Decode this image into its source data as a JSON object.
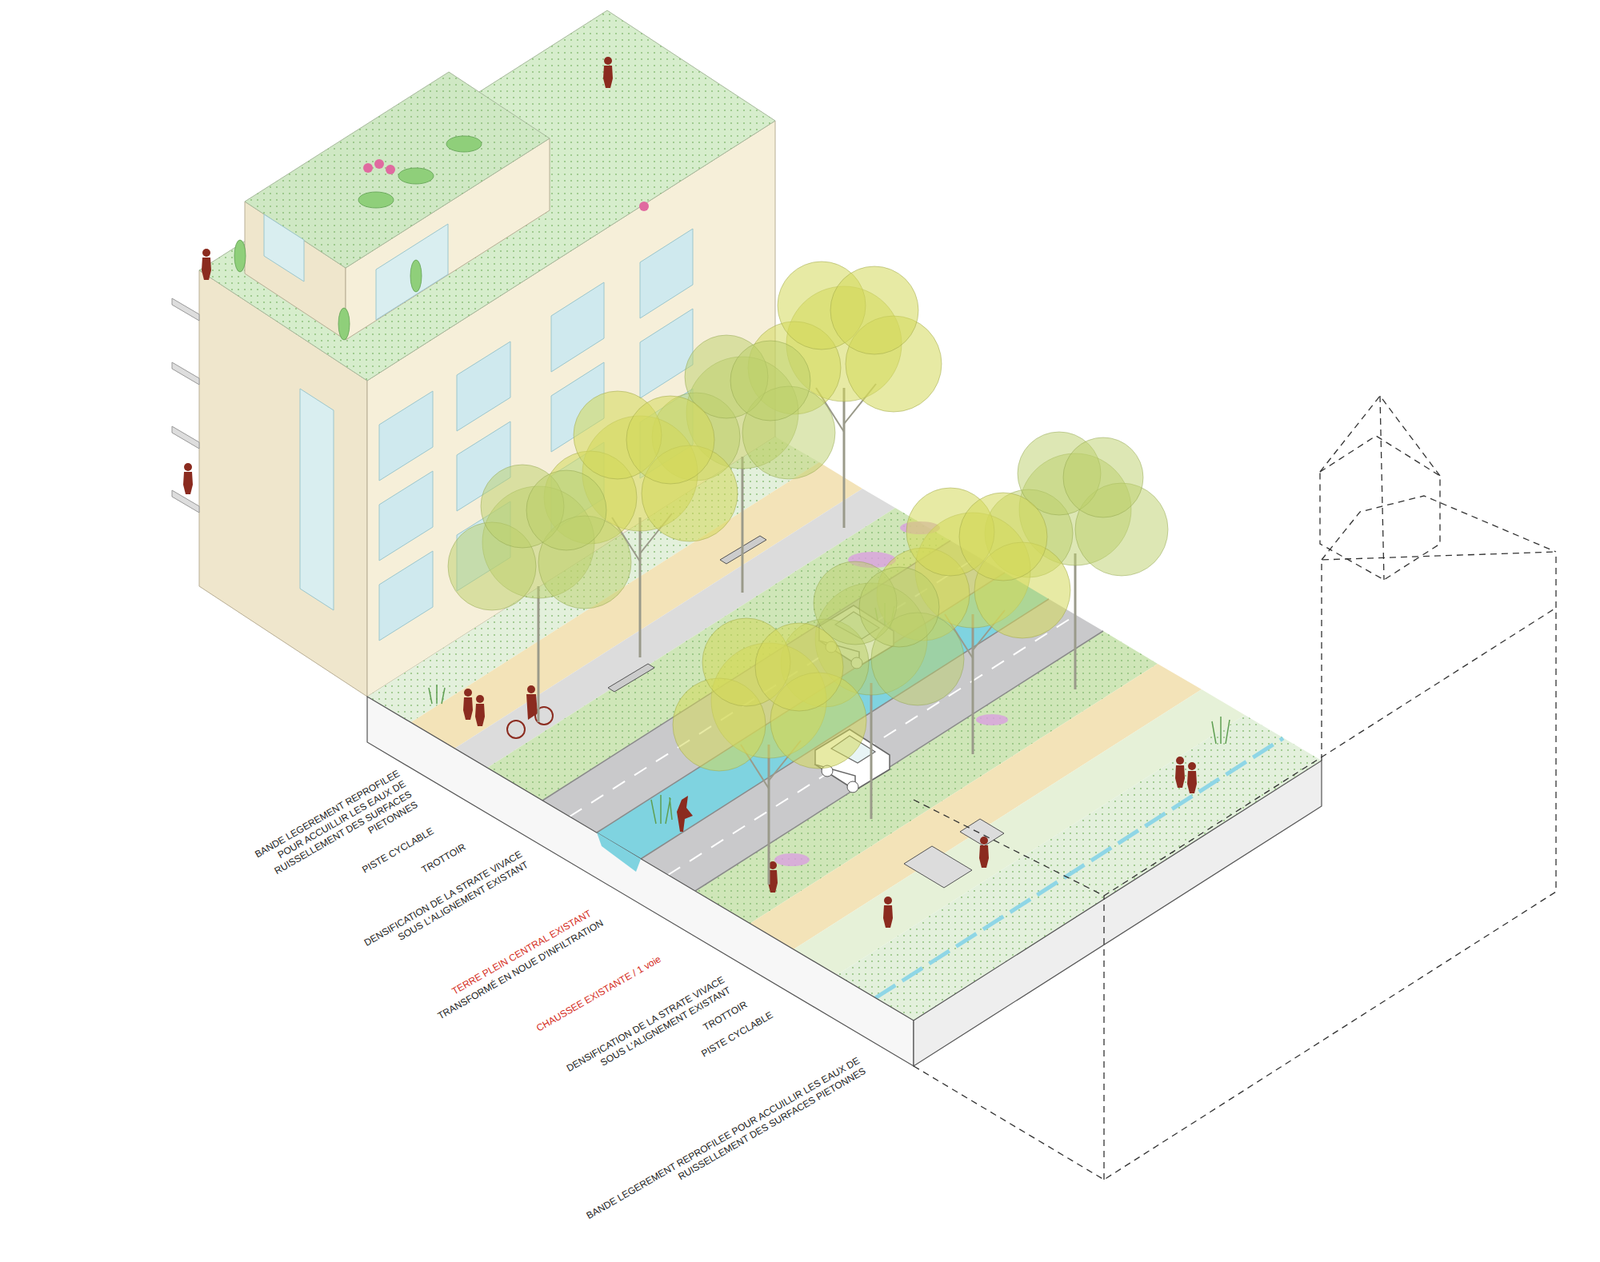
{
  "diagram": {
    "labels": [
      "BANDE LEGEREMENT REPROFILEE POUR ACCUILLIR LES EAUX DE RUISSELLEMENT DES SURFACES PIETONNES",
      "PISTE CYCLABLE",
      "TROTTOIR",
      "DENSIFICATION DE LA STRATE VIVACE SOUS L'ALIGNEMENT EXISTANT",
      "TERRE PLEIN CENTRAL EXISTANT",
      "TRANSFORMÉ EN NOUE D'INFILTRATION",
      "CHAUSSEE EXISTANTE / 1 voie",
      "DENSIFICATION DE LA STRATE VIVACE SOUS L'ALIGNEMENT EXISTANT",
      "TROTTOIR",
      "PISTE CYCLABLE",
      "BANDE LEGEREMENT REPROFILEE POUR ACCUILLIR LES EAUX DE RUISSELLEMENT DES SURFACES PIETONNES"
    ]
  }
}
